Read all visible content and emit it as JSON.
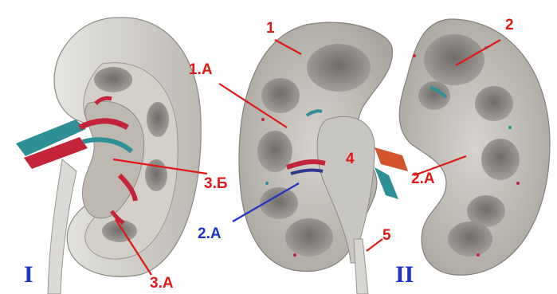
{
  "panels": {
    "left_roman": "I",
    "right_roman": "II"
  },
  "labels": {
    "l1": "1",
    "l1a": "1.A",
    "l2": "2",
    "l2a_right": "2.A",
    "l2a_blue": "2.A",
    "l3b": "3.Б",
    "l3a": "3.A",
    "l4": "4",
    "l5": "5"
  },
  "colors": {
    "label_red": "#e01818",
    "label_blue": "#1f33c9",
    "cortex": "#c7c3bc",
    "pyramid": "#8e8a86",
    "artery": "#c3243a",
    "vein": "#2f8f96"
  }
}
